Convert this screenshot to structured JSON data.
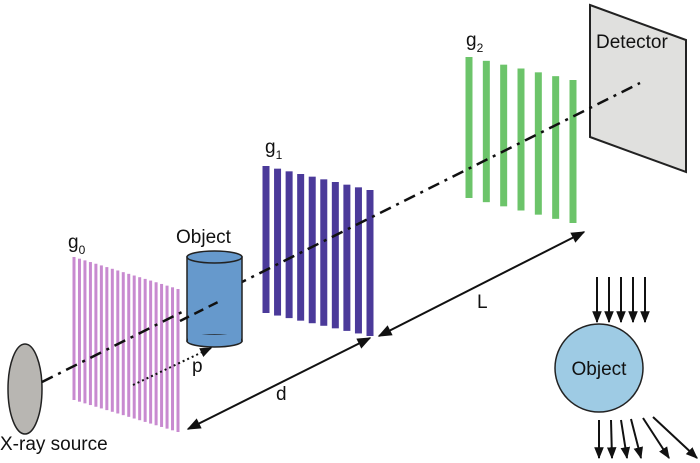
{
  "labels": {
    "source": "X-ray source",
    "object_3d": "Object",
    "detector": "Detector",
    "object_circle": "Object",
    "dist_p": "p",
    "dist_d": "d",
    "dist_L": "L"
  },
  "gratings": [
    {
      "name": "g",
      "sub": "0",
      "color": "#c88ad0",
      "bars": 20
    },
    {
      "name": "g",
      "sub": "1",
      "color": "#4b3a9a",
      "bars": 10
    },
    {
      "name": "g",
      "sub": "2",
      "color": "#6cc46a",
      "bars": 7
    }
  ],
  "colors": {
    "source": "#b8b6b2",
    "object": "#6699cc",
    "detector": "#e0e0de",
    "circle": "#9ecbe4"
  },
  "scatter_arrows": {
    "incoming": 5,
    "outgoing": 6
  }
}
